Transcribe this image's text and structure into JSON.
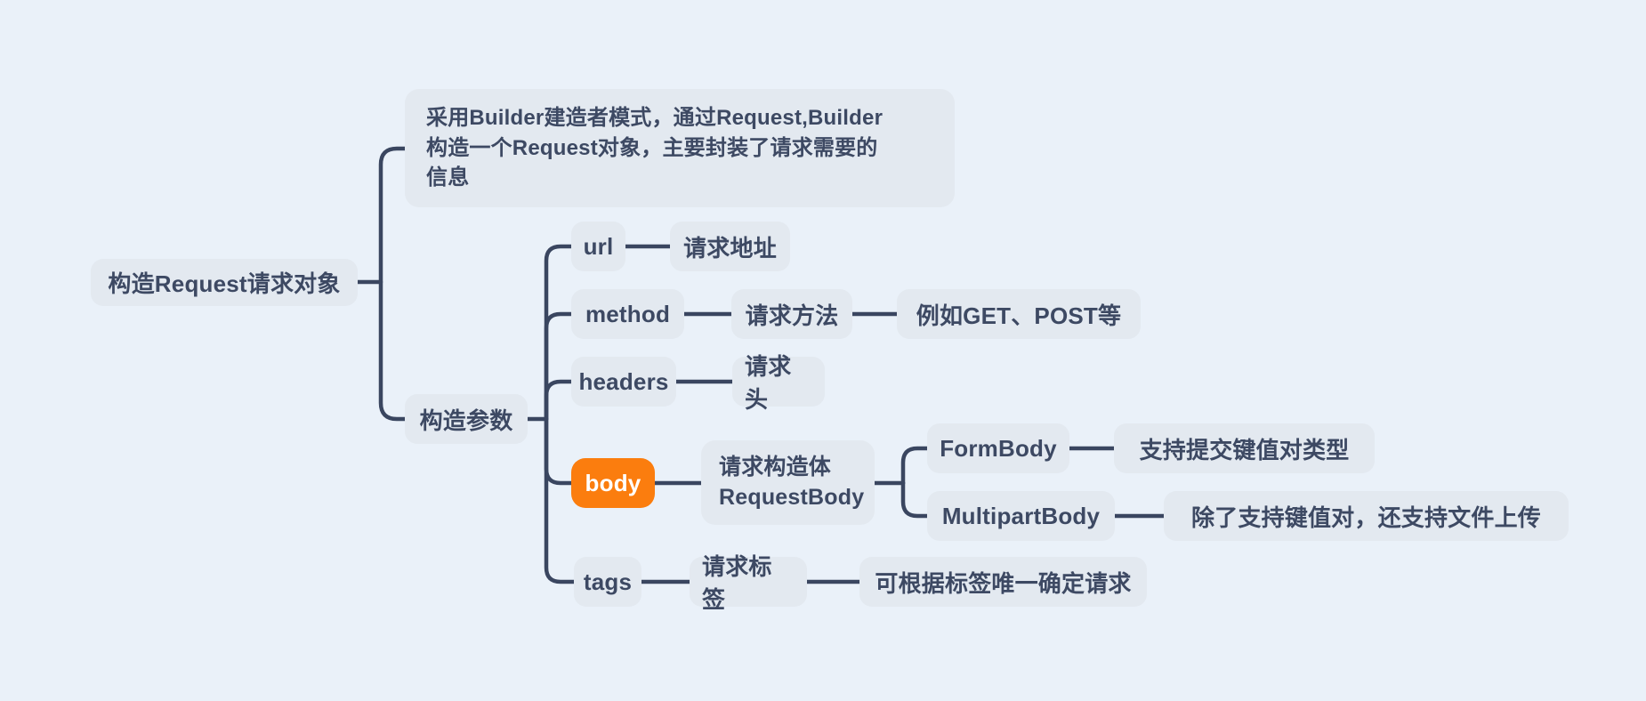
{
  "colors": {
    "canvas_bg": "#EAF1F9",
    "node_bg": "#E3E9F0",
    "text": "#3D4963",
    "line": "#3A4660",
    "accent": "#FB7D0E",
    "accent_text": "#FFFFFF"
  },
  "mindmap": {
    "nodes": {
      "root": "构造Request请求对象",
      "builder_note": "采用Builder建造者模式，通过Request,Builder\n构造一个Request对象，主要封装了请求需要的\n信息",
      "params": "构造参数",
      "url": "url",
      "url_desc": "请求地址",
      "method": "method",
      "method_desc": "请求方法",
      "method_example": "例如GET、POST等",
      "headers": "headers",
      "headers_desc": "请求头",
      "body": "body",
      "body_desc": "请求构造体\nRequestBody",
      "formbody": "FormBody",
      "formbody_desc": "支持提交键值对类型",
      "multipartbody": "MultipartBody",
      "multipartbody_desc": "除了支持键值对，还支持文件上传",
      "tags": "tags",
      "tags_desc": "请求标签",
      "tags_note": "可根据标签唯一确定请求"
    }
  }
}
